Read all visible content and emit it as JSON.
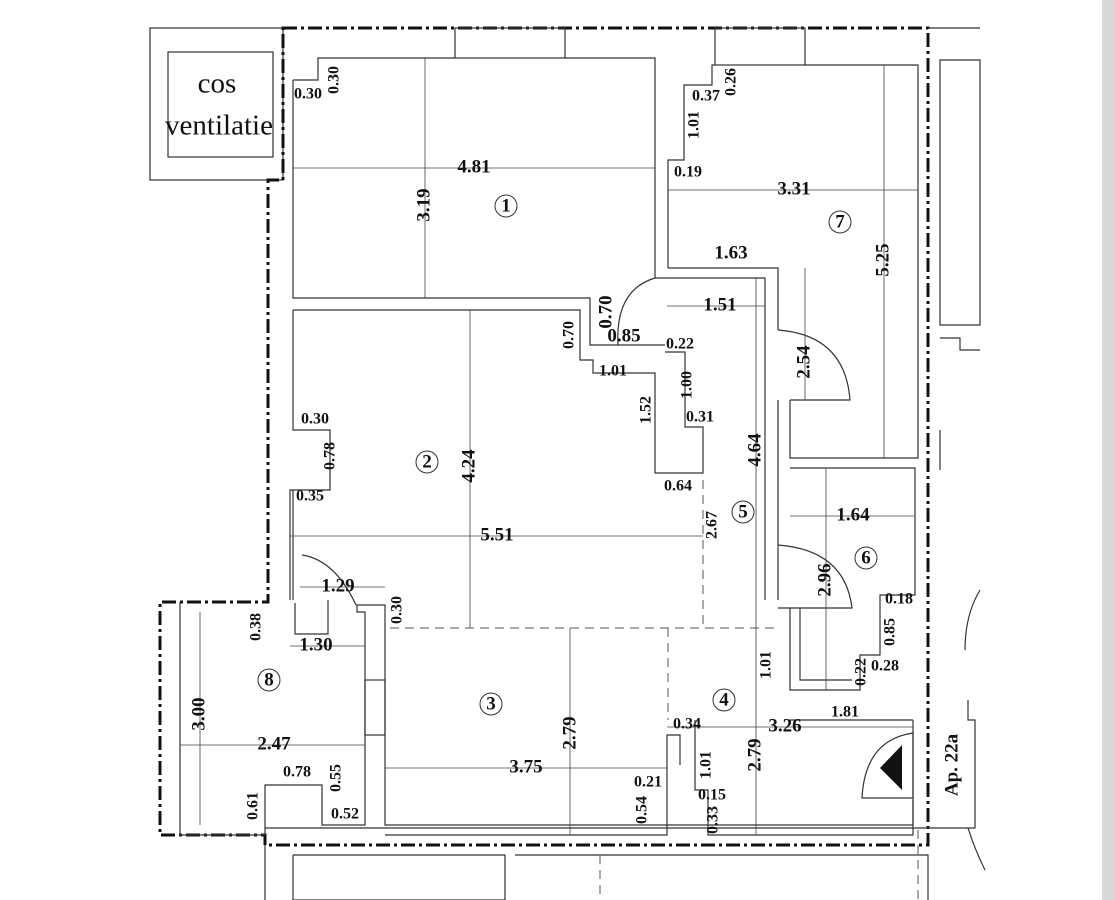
{
  "vent": {
    "line1": "cos",
    "line2": "ventilatie"
  },
  "apartment_label": "Ap. 22a",
  "rooms": [
    "1",
    "2",
    "3",
    "4",
    "5",
    "6",
    "7",
    "8"
  ],
  "dims": {
    "r1_step_w": "0.30",
    "r1_step_h": "0.30",
    "r1_width": "4.81",
    "r1_height": "3.19",
    "r7_a": "0.37",
    "r7_b": "0.26",
    "r7_c": "1.01",
    "r7_d": "0.19",
    "r7_width": "3.31",
    "r7_height": "5.25",
    "r7_e": "1.63",
    "c_door": "0.70",
    "c_a": "0.70",
    "c_b": "0.85",
    "c_c": "0.22",
    "c_width": "1.51",
    "c_d": "1.01",
    "c_e": "1.00",
    "c_f": "1.52",
    "c_g": "0.31",
    "c_h": "0.64",
    "r7_door": "2.54",
    "r5_height": "4.64",
    "r5_a": "2.67",
    "r2_a": "0.30",
    "r2_b": "0.78",
    "r2_height": "4.24",
    "r2_c": "0.35",
    "r2_width": "5.51",
    "r8_door": "1.29",
    "r8_a": "0.38",
    "r8_b": "1.30",
    "r8_c": "0.30",
    "r8_height": "3.00",
    "r8_width": "2.47",
    "r8_d": "0.78",
    "r8_e": "0.55",
    "r8_f": "0.61",
    "r8_g": "0.52",
    "r3_width": "3.75",
    "r3_height": "2.79",
    "r3_a": "0.21",
    "r3_b": "0.54",
    "r4_a": "0.34",
    "r4_width": "3.26",
    "r4_b": "1.81",
    "r4_c": "1.01",
    "r4_d": "0.15",
    "r4_e": "0.33",
    "r4_height": "2.79",
    "r4_f": "1.01",
    "r6_width": "1.64",
    "r6_height": "2.96",
    "r6_a": "0.18",
    "r6_b": "0.85",
    "r6_c": "0.22",
    "r6_d": "0.28"
  }
}
